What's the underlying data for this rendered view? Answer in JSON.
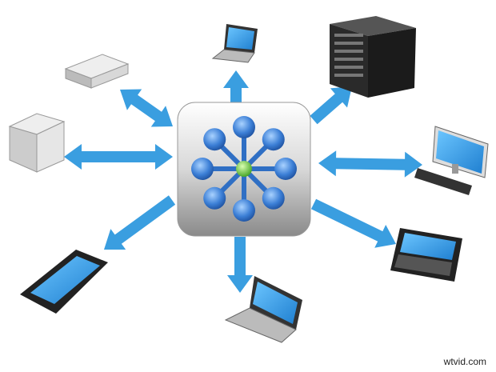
{
  "diagram": {
    "hub": {
      "icon": "network-hub-icon",
      "node_color": "#2f6fc4",
      "center_color": "#5fc63a"
    },
    "arrow_color": "#3a9ee0",
    "devices": [
      {
        "icon": "laptop-icon",
        "direction": "outgoing"
      },
      {
        "icon": "server-rack-icon",
        "direction": "outgoing"
      },
      {
        "icon": "desktop-monitor-icon",
        "direction": "bidirectional"
      },
      {
        "icon": "smartphone-keyboard-icon",
        "direction": "outgoing"
      },
      {
        "icon": "laptop-icon",
        "direction": "outgoing"
      },
      {
        "icon": "smartphone-icon",
        "direction": "outgoing"
      },
      {
        "icon": "tower-server-icon",
        "direction": "bidirectional"
      },
      {
        "icon": "network-appliance-icon",
        "direction": "bidirectional"
      }
    ]
  },
  "watermark": "wtvid.com"
}
